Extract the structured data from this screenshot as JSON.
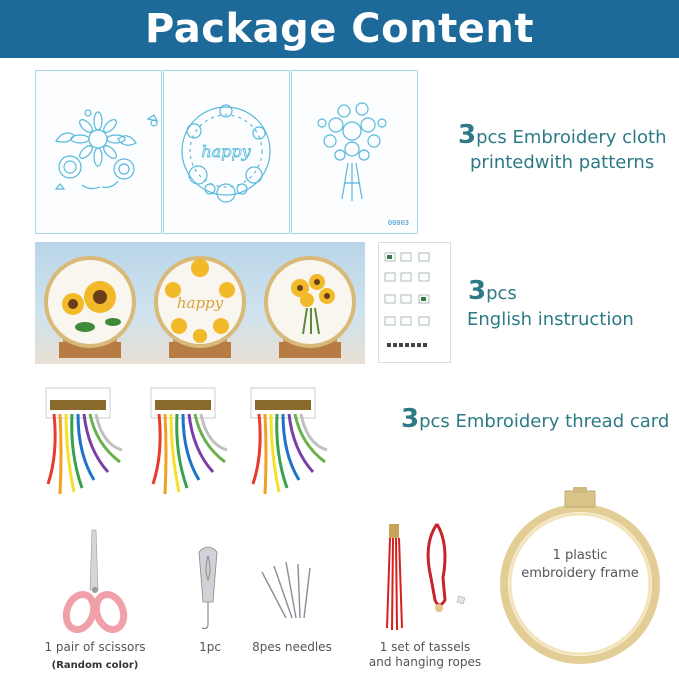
{
  "banner": {
    "title": "Package Content"
  },
  "colors": {
    "banner": "#1d6a9a",
    "label_teal": "#2c7a86",
    "pattern_blue": "#58b9dc"
  },
  "cloth": {
    "qty": "3",
    "line1": "pcs Embroidery cloth",
    "line2": "printedwith patterns",
    "panel_lettering": "happy",
    "panel_code": "00003"
  },
  "instruction": {
    "qty": "3",
    "unit": "pcs",
    "line2": "English instruction",
    "photo_lettering": "happy"
  },
  "thread": {
    "qty": "3",
    "text": "pcs Embroidery thread card"
  },
  "items": {
    "scissors_label": "1 pair of scissors",
    "scissors_note": "(Random color)",
    "threader_label": "1pc",
    "needles_label": "8pes needles",
    "tassels_line1": "1 set of tassels",
    "tassels_line2": "and hanging ropes",
    "frame_line1": "1 plastic",
    "frame_line2": "embroidery frame"
  },
  "icons": [
    "scissors-icon",
    "needle-threader-icon",
    "needles-icon",
    "tassel-icon",
    "hanging-rope-icon",
    "embroidery-hoop-icon",
    "sunflower-icon",
    "thread-card-icon"
  ]
}
